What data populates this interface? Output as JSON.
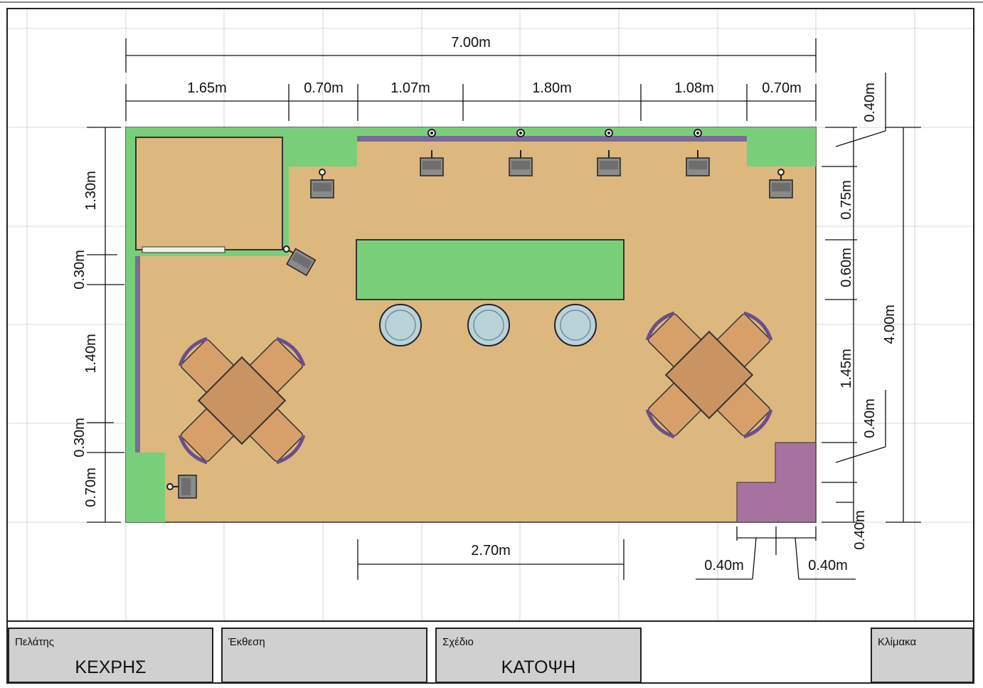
{
  "plan": {
    "colors": {
      "floor": "#dcb87f",
      "green": "#79cf79",
      "purple": "#a872a0",
      "wall": "#7b6a95",
      "table": "#c99362",
      "chair": "#d7a06b",
      "stool": "#b9d3d8",
      "grid": "#cccccc"
    },
    "dimensions": {
      "total_width": "7.00m",
      "top_segments": [
        "1.65m",
        "0.70m",
        "1.07m",
        "1.80m",
        "1.08m",
        "0.70m"
      ],
      "left_segments": [
        "1.30m",
        "0.30m",
        "1.40m",
        "0.30m",
        "0.70m"
      ],
      "right_inner": [
        "0.40m",
        "0.75m",
        "0.60m",
        "1.45m",
        "0.40m",
        "0.40m"
      ],
      "right_total": "4.00m",
      "bottom_counter": "2.70m",
      "bottom_right": [
        "0.40m",
        "0.40m"
      ]
    }
  },
  "title_block": {
    "client_label": "Πελάτης",
    "client_value": "ΚΕΧΡΗΣ",
    "exhibition_label": "Έκθεση",
    "exhibition_value": "",
    "drawing_label": "Σχέδιο",
    "drawing_value": "ΚΑΤΟΨΗ",
    "scale_label": "Κλίμακα",
    "scale_value": ""
  }
}
